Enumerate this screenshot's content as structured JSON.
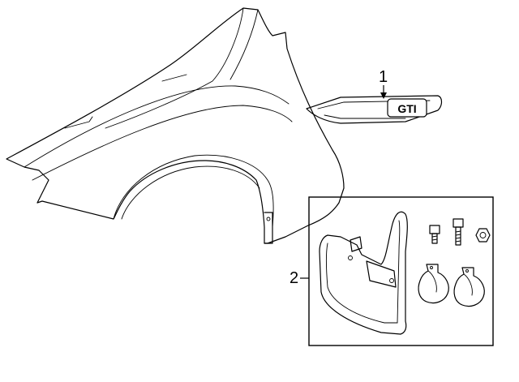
{
  "diagram": {
    "callouts": [
      {
        "id": "1",
        "label": "1"
      },
      {
        "id": "2",
        "label": "2"
      }
    ],
    "badge_text": "GTI",
    "colors": {
      "line": "#000000",
      "background": "#ffffff"
    }
  }
}
